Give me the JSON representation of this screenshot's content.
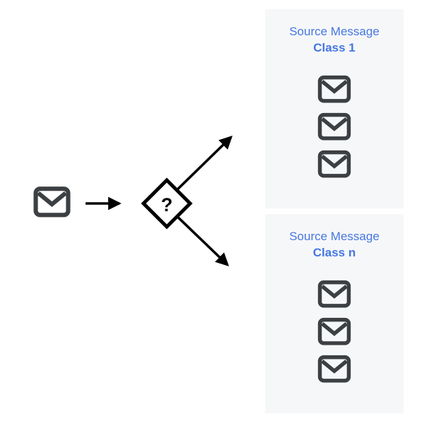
{
  "colors": {
    "accent_blue": "#4577e0",
    "icon_dark_gray": "#3c4043",
    "flow_black": "#000000",
    "panel_background": "#f6f7f9",
    "page_background": "#ffffff"
  },
  "flow": {
    "input_icon": "mail-icon",
    "decision": {
      "shape": "diamond",
      "label": "?"
    },
    "arrow_count": 3
  },
  "class_panels": [
    {
      "id": "class-1",
      "title_line1": "Source Message",
      "title_line2": "Class 1",
      "message_icon": "mail-icon",
      "message_count": 3
    },
    {
      "id": "class-n",
      "title_line1": "Source Message",
      "title_line2": "Class n",
      "message_icon": "mail-icon",
      "message_count": 3
    }
  ]
}
